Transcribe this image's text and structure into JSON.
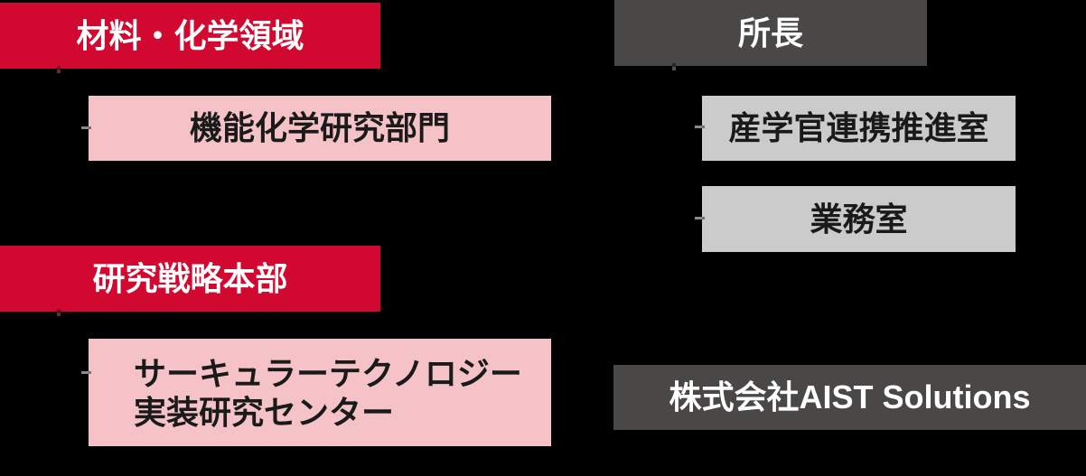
{
  "palette": {
    "background": "#000000",
    "brand_red": "#d1082f",
    "soft_pink": "#f4c2c7",
    "dark_gray": "#4a4747",
    "light_gray": "#cbcbcb",
    "text_dark": "#1a1a1a",
    "text_light": "#ffffff"
  },
  "org_chart": {
    "left": {
      "domain_header": {
        "label": "材料・化学領域"
      },
      "domain_unit": {
        "label": "機能化学研究部門"
      },
      "hq_header": {
        "label": "研究戦略本部"
      },
      "hq_unit": {
        "label": "サーキュラーテクノロジー実装研究センター",
        "lines": [
          "サーキュラーテクノロジー",
          "実装研究センター"
        ]
      }
    },
    "right": {
      "director": {
        "label": "所長"
      },
      "office_1": {
        "label": "産学官連携推進室"
      },
      "office_2": {
        "label": "業務室"
      },
      "affiliate": {
        "label": "株式会社AIST Solutions"
      }
    }
  }
}
